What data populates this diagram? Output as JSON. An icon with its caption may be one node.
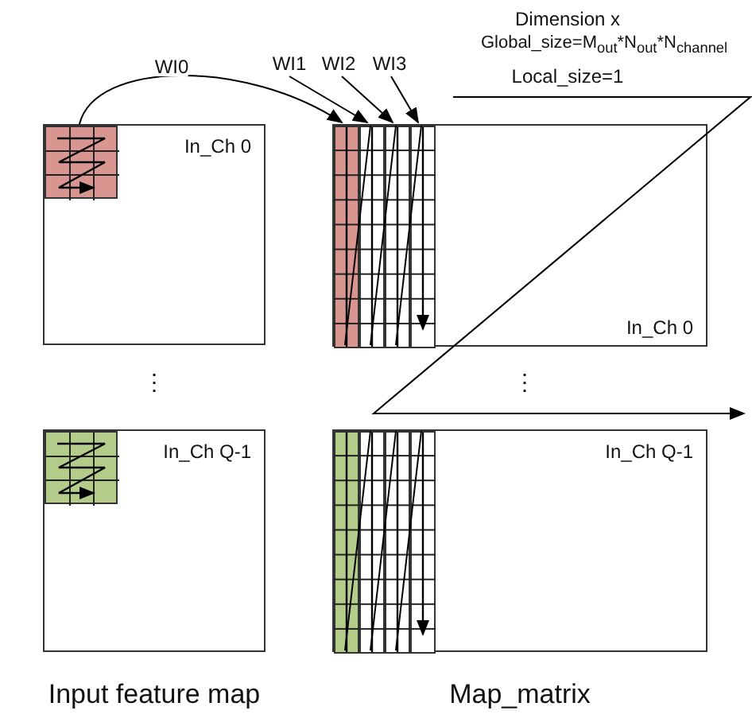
{
  "diagram": {
    "nodes": [
      {
        "text": [
          "In_Ch 0"
        ]
      },
      {
        "text": [],
        "shape": "box",
        "in": 0
      },
      {
        "text": [
          "In_Ch 0"
        ]
      },
      {
        "text": [],
        "shape": "bar",
        "in": 2
      },
      {
        "text": [],
        "shape": "bar",
        "in": 2
      },
      {
        "text": [],
        "shape": "bar",
        "in": 2
      },
      {
        "text": [],
        "shape": "bar",
        "in": 2
      },
      {
        "text": [
          "In_Ch Q-1"
        ]
      },
      {
        "text": [],
        "shape": "box",
        "in": 7
      },
      {
        "text": [
          "In_Ch Q-1"
        ]
      },
      {
        "text": [],
        "shape": "bar",
        "in": 9
      },
      {
        "text": [],
        "shape": "bar",
        "in": 9
      },
      {
        "text": [],
        "shape": "bar",
        "in": 9
      },
      {
        "text": [],
        "shape": "bar",
        "in": 9
      }
    ],
    "edges": [
      {
        "from": 1,
        "to": 3,
        "arrow": "to",
        "label": "WI0"
      },
      {
        "from": null,
        "to": 4,
        "arrow": "to",
        "label": "WI1"
      },
      {
        "from": null,
        "to": 5,
        "arrow": "to",
        "label": "WI2"
      },
      {
        "from": null,
        "to": 6,
        "arrow": "to",
        "label": "WI3"
      },
      {
        "from": 3,
        "to": 4,
        "arrow": "none"
      },
      {
        "from": 4,
        "to": 5,
        "arrow": "none"
      },
      {
        "from": 5,
        "to": 6,
        "arrow": "none"
      },
      {
        "from": 10,
        "to": 11,
        "arrow": "none"
      },
      {
        "from": 11,
        "to": 12,
        "arrow": "none"
      },
      {
        "from": 12,
        "to": 13,
        "arrow": "none"
      }
    ],
    "labels": [
      "Dimension x",
      "Global_size=M$_{out}$*N$_{out}$*N$_{channel}$",
      "Local_size=1",
      "⋮",
      "⋮",
      "Input feature map",
      "Map_matrix"
    ]
  }
}
